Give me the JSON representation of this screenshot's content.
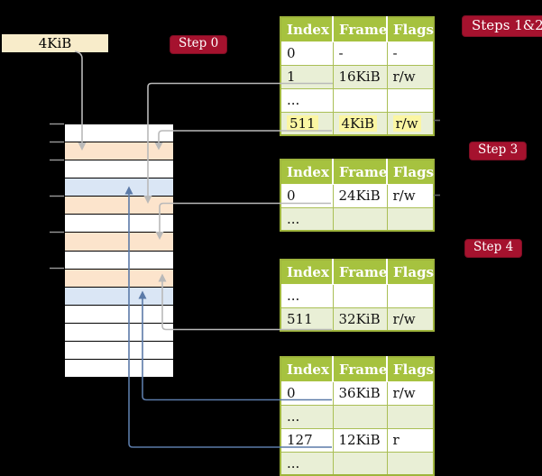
{
  "frame_box": {
    "label": "4KiB"
  },
  "badges": {
    "step0": "Step 0",
    "steps12": "Steps 1&2",
    "step3": "Step 3",
    "step4": "Step 4"
  },
  "columns": [
    "Index",
    "Frame",
    "Flags"
  ],
  "tables": {
    "steps12": {
      "rows": [
        {
          "index": "0",
          "frame": "-",
          "flags": "-"
        },
        {
          "index": "1",
          "frame": "16KiB",
          "flags": "r/w"
        },
        {
          "index": "...",
          "frame": "",
          "flags": ""
        },
        {
          "index": "511",
          "frame": "4KiB",
          "flags": "r/w",
          "highlight": true
        }
      ]
    },
    "step3": {
      "rows": [
        {
          "index": "0",
          "frame": "24KiB",
          "flags": "r/w"
        },
        {
          "index": "...",
          "frame": "",
          "flags": ""
        }
      ]
    },
    "step4": {
      "rows": [
        {
          "index": "...",
          "frame": "",
          "flags": ""
        },
        {
          "index": "511",
          "frame": "32KiB",
          "flags": "r/w"
        }
      ]
    },
    "final": {
      "rows": [
        {
          "index": "0",
          "frame": "36KiB",
          "flags": "r/w"
        },
        {
          "index": "...",
          "frame": "",
          "flags": ""
        },
        {
          "index": "127",
          "frame": "12KiB",
          "flags": "r"
        },
        {
          "index": "...",
          "frame": "",
          "flags": ""
        }
      ]
    }
  },
  "memory": {
    "rows": [
      "white",
      "peach",
      "white",
      "blue",
      "peach",
      "white",
      "peach",
      "white",
      "peach",
      "blue",
      "white",
      "white",
      "white",
      "white"
    ]
  },
  "colors": {
    "badge_red": "#a5122e",
    "table_header_green": "#a6c23f",
    "table_border_green": "#9eb43c",
    "shaded_row_green": "#e9efd6",
    "highlight_yellow": "#fbf6a3",
    "memory_peach": "#fce4cc",
    "memory_blue": "#dae6f5",
    "pointer_box_cream": "#f8ecca",
    "arrow_gray": "#b9b9b9",
    "arrow_blue": "#5b7aa8"
  }
}
